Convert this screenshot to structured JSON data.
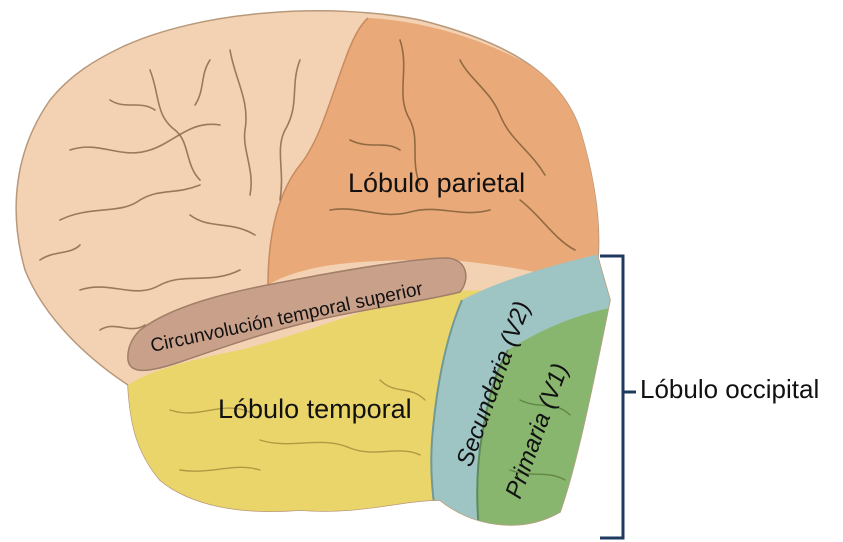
{
  "labels": {
    "parietal": "Lóbulo parietal",
    "superior_gyrus": "Circunvolución temporal superior",
    "temporal": "Lóbulo temporal",
    "secondary": "Secundaria (V2)",
    "primary": "Primaria (V1)",
    "occipital": "Lóbulo occipital"
  },
  "colors": {
    "frontal": "#f3d2b3",
    "parietal": "#eaa979",
    "superior_gyrus": "#c9a08a",
    "temporal": "#ead56a",
    "secondary": "#9ec4c3",
    "primary": "#88b66f",
    "bracket": "#1f3a5f"
  }
}
